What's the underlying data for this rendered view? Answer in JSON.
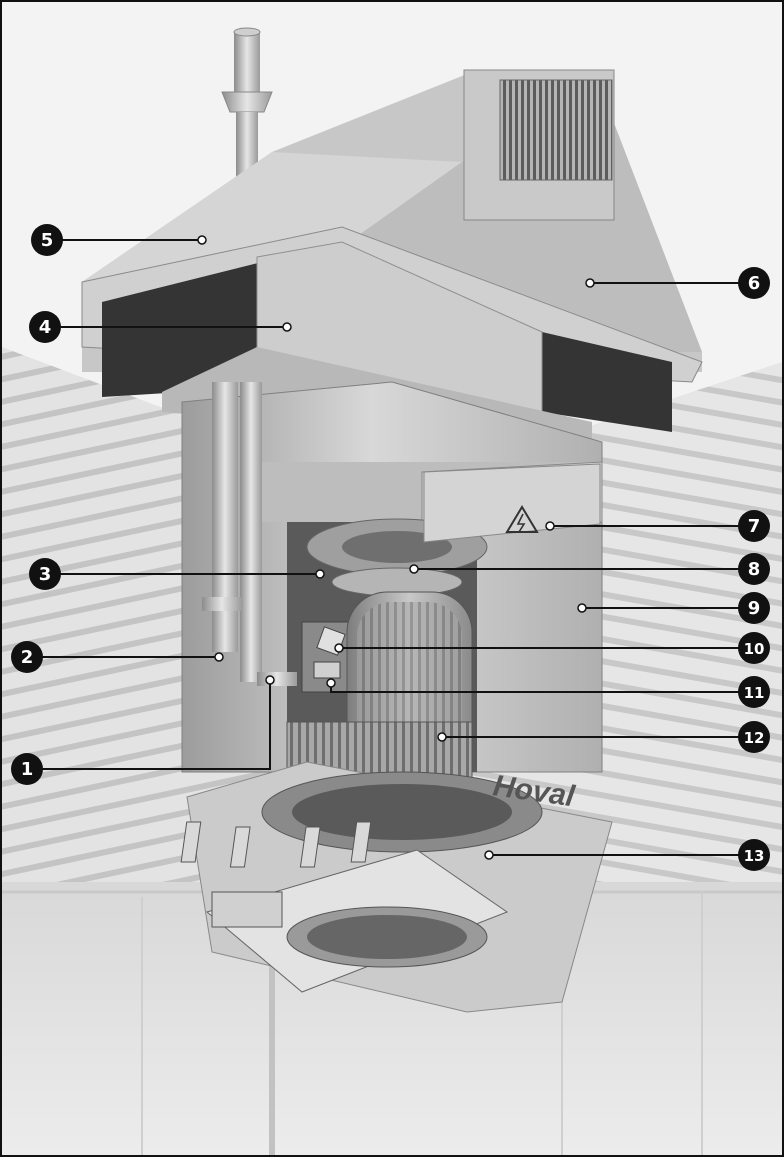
{
  "brand": "Hoval",
  "warning_symbol": "high-voltage-warning-icon",
  "callouts": [
    {
      "id": "5",
      "label": "5"
    },
    {
      "id": "6",
      "label": "6"
    },
    {
      "id": "4",
      "label": "4"
    },
    {
      "id": "7",
      "label": "7"
    },
    {
      "id": "3",
      "label": "3"
    },
    {
      "id": "8",
      "label": "8"
    },
    {
      "id": "9",
      "label": "9"
    },
    {
      "id": "2",
      "label": "2"
    },
    {
      "id": "10",
      "label": "10"
    },
    {
      "id": "11",
      "label": "11"
    },
    {
      "id": "12",
      "label": "12"
    },
    {
      "id": "1",
      "label": "1"
    },
    {
      "id": "13",
      "label": "13"
    }
  ],
  "colors": {
    "callout_fill": "#111111",
    "callout_text": "#ffffff",
    "unit_metal": "#cfcfcf",
    "unit_shadow": "#8a8a8a",
    "dark_panel": "#3a3a3a",
    "ceiling": "#dedede"
  }
}
